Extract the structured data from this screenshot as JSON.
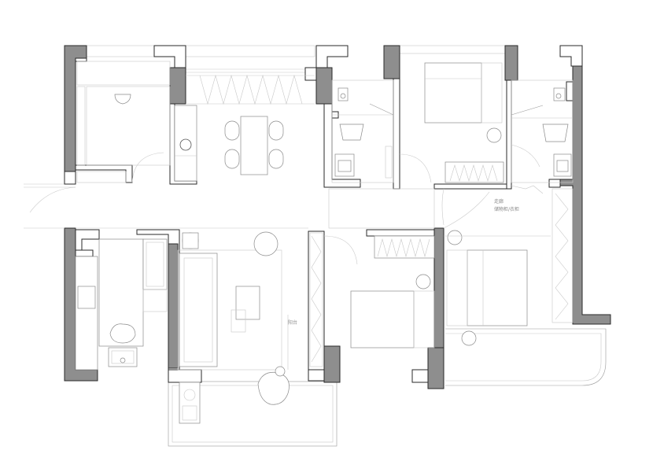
{
  "diagram": {
    "type": "floor-plan",
    "colors": {
      "wall": "#8e8e8e",
      "line": "#2a2a2a",
      "furniture": "#8a8a8a",
      "background": "#ffffff"
    },
    "labels": [
      {
        "id": "corridor-label-1",
        "text": "走廊"
      },
      {
        "id": "corridor-label-2",
        "text": "储物柜/衣柜"
      },
      {
        "id": "balcony-label",
        "text": "阳台"
      }
    ]
  }
}
